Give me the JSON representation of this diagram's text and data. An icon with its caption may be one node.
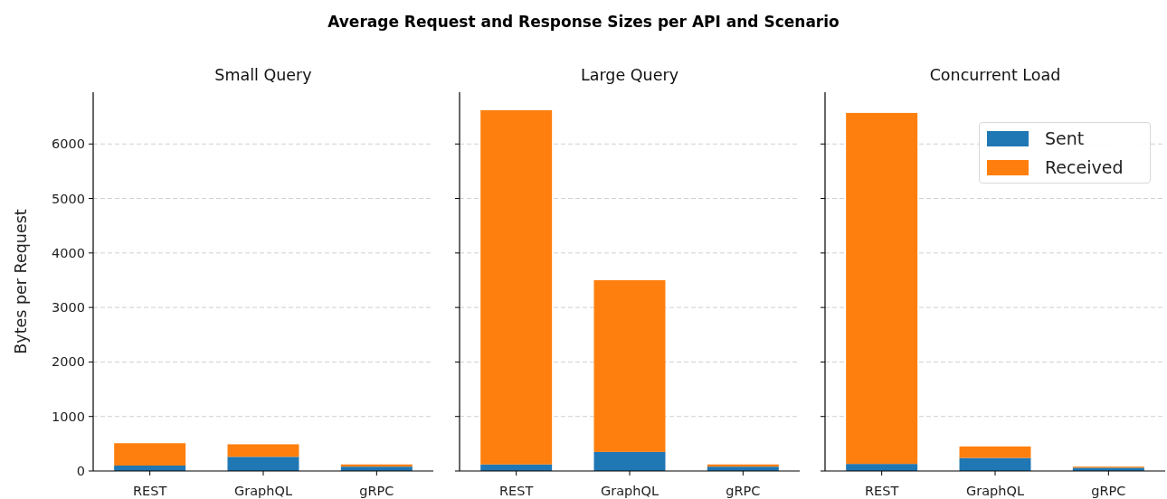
{
  "diagram": {
    "title": "Average Request and Response Sizes per API and Scenario",
    "chart_data": [
      {
        "type": "bar",
        "title": "Small Query",
        "ylabel": "Bytes per Request",
        "categories": [
          "REST",
          "GraphQL",
          "gRPC"
        ],
        "stacked": true,
        "grid": true,
        "ylim": [
          0,
          6950
        ],
        "yticks": [
          0,
          1000,
          2000,
          3000,
          4000,
          5000,
          6000
        ],
        "series": [
          {
            "color": "#1f77b4",
            "values": [
              100,
              260,
              80
            ]
          },
          {
            "color": "#ff7f0e",
            "values": [
              410,
              230,
              40
            ]
          }
        ]
      },
      {
        "type": "bar",
        "title": "Large Query",
        "categories": [
          "REST",
          "GraphQL",
          "gRPC"
        ],
        "stacked": true,
        "grid": true,
        "ylim": [
          0,
          6950
        ],
        "series": [
          {
            "color": "#1f77b4",
            "values": [
              120,
              350,
              80
            ]
          },
          {
            "color": "#ff7f0e",
            "values": [
              6500,
              3150,
              40
            ]
          }
        ]
      },
      {
        "type": "bar",
        "title": "Concurrent Load",
        "categories": [
          "REST",
          "GraphQL",
          "gRPC"
        ],
        "stacked": true,
        "grid": true,
        "ylim": [
          0,
          6950
        ],
        "series": [
          {
            "name": "Sent",
            "color": "#1f77b4",
            "values": [
              130,
              240,
              60
            ]
          },
          {
            "name": "Received",
            "color": "#ff7f0e",
            "values": [
              6440,
              210,
              20
            ]
          }
        ]
      }
    ]
  }
}
